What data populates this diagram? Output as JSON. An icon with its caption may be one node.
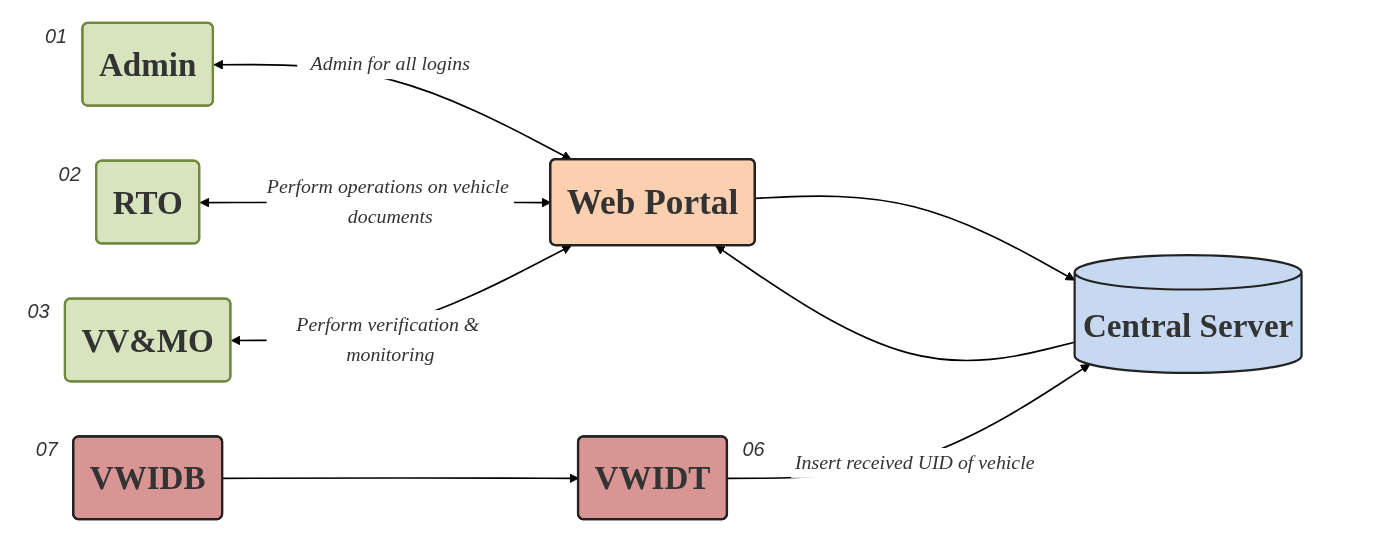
{
  "diagram": {
    "nodes": [
      {
        "text": [
          "Admin"
        ],
        "beside": [
          "01"
        ]
      },
      {
        "text": [
          "RTO"
        ],
        "beside": [
          "02"
        ]
      },
      {
        "text": [
          "VV&MO"
        ],
        "beside": [
          "03"
        ]
      },
      {
        "text": [
          "Web Portal"
        ]
      },
      {
        "text": [
          "Central Server"
        ]
      },
      {
        "text": [
          "VWIDB"
        ],
        "beside": [
          "07"
        ]
      },
      {
        "text": [
          "VWIDT"
        ],
        "beside": [
          "06"
        ]
      }
    ],
    "edges": [
      {
        "from": 0,
        "to": 3,
        "arrow": "both",
        "label": "Admin for all logins"
      },
      {
        "from": 1,
        "to": 3,
        "arrow": "both",
        "label": "Perform operations on vehicle documents"
      },
      {
        "from": 2,
        "to": 3,
        "arrow": "both",
        "label": "Perform verification & monitoring"
      },
      {
        "from": 3,
        "to": 4,
        "arrow": "to"
      },
      {
        "from": 4,
        "to": 3,
        "arrow": "to"
      },
      {
        "from": 5,
        "to": 6,
        "arrow": "to"
      },
      {
        "from": 6,
        "to": 4,
        "arrow": "to",
        "label": "Insert received UID of vehicle"
      }
    ]
  }
}
